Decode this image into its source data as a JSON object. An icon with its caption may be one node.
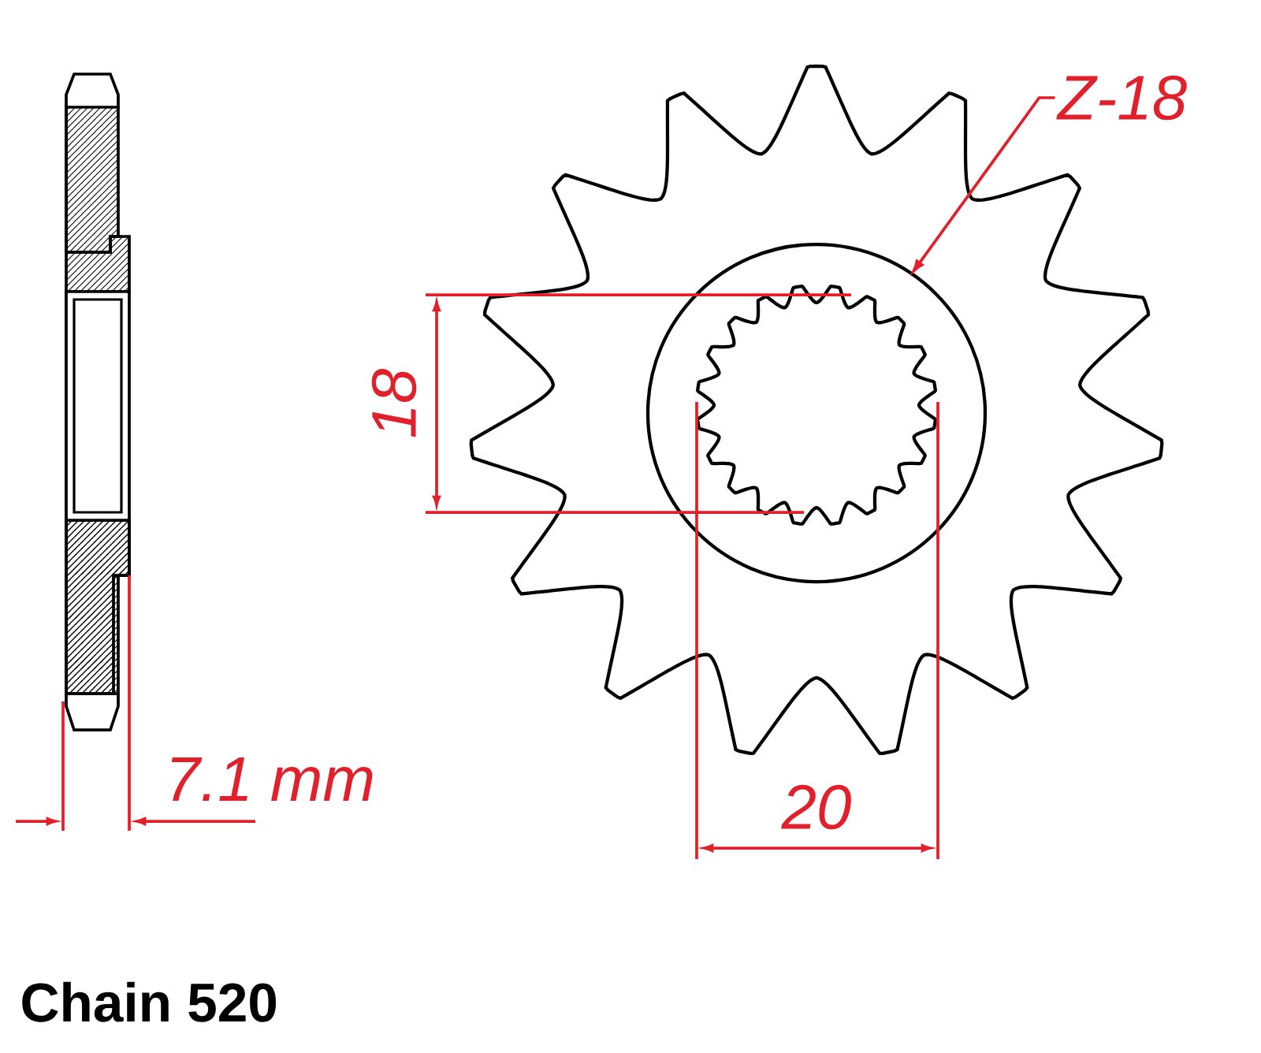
{
  "diagram": {
    "nodes": [
      {
        "text": [
          "Z-18"
        ]
      },
      {
        "text": [],
        "shape": "picture"
      }
    ],
    "edges": [
      {
        "from": 0,
        "to": 1,
        "arrow": "to",
        "color": "#e0202a"
      }
    ],
    "labels": [
      "18",
      "7.1 mm",
      "20",
      "Chain 520"
    ]
  }
}
